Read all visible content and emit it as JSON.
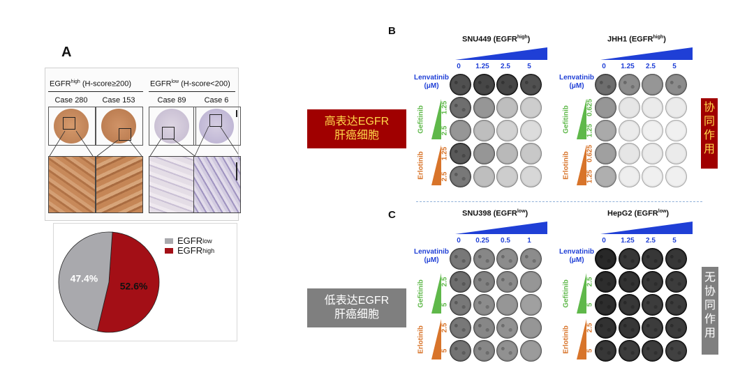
{
  "panelA": {
    "letter": "A",
    "high_group": {
      "base": "EGFR",
      "sup": "high",
      "rest": " (H-score≥200)"
    },
    "low_group": {
      "base": "EGFR",
      "sup": "low",
      "rest": " (H-score<200)"
    },
    "cases": [
      "Case 280",
      "Case 153",
      "Case 89",
      "Case 6"
    ],
    "colors": {
      "high_stain": "#c98a5c",
      "low_stain": "#c9c2d6"
    }
  },
  "pie": {
    "chart_data": {
      "type": "pie",
      "slices": [
        {
          "name": "EGFR high",
          "label": "52.6%",
          "value": 52.6,
          "color": "#a30f16"
        },
        {
          "name": "EGFR low",
          "label": "47.4%",
          "value": 47.4,
          "color": "#a9a9ad"
        }
      ]
    },
    "legend": [
      {
        "base": "EGFR",
        "sup": "low",
        "color": "#a9a9ad"
      },
      {
        "base": "EGFR",
        "sup": "high",
        "color": "#a30f16"
      }
    ]
  },
  "panelB": {
    "letter": "B",
    "label_high_cn_1": "高表达EGFR",
    "label_high_cn_2": "肝癌细胞",
    "synergy_cn": "协同作用",
    "cells": [
      {
        "name": "SNU449",
        "sup": "high",
        "conc": [
          "0",
          "1.25",
          "2.5",
          "5"
        ],
        "gef": [
          "1.25",
          "2.5"
        ],
        "erl": [
          "1.25",
          "2.5"
        ]
      },
      {
        "name": "JHH1",
        "sup": "high",
        "conc": [
          "0",
          "1.25",
          "2.5",
          "5"
        ],
        "gef": [
          "0.625",
          "1.25"
        ],
        "erl": [
          "0.625",
          "1.25"
        ]
      }
    ]
  },
  "panelC": {
    "letter": "C",
    "label_low_cn_1": "低表达EGFR",
    "label_low_cn_2": "肝癌细胞",
    "no_synergy_cn": "无协同作用",
    "cells": [
      {
        "name": "SNU398",
        "sup": "low",
        "conc": [
          "0",
          "0.25",
          "0.5",
          "1"
        ],
        "gef": [
          "2.5",
          "5"
        ],
        "erl": [
          "2.5",
          "5"
        ]
      },
      {
        "name": "HepG2",
        "sup": "low",
        "conc": [
          "0",
          "1.25",
          "2.5",
          "5"
        ],
        "gef": [
          "2.5",
          "5"
        ],
        "erl": [
          "2.5",
          "5"
        ]
      }
    ]
  },
  "labels": {
    "lenvatinib": "Lenvatinib",
    "unit": "(μM)",
    "gefitinib": "Gefitinib",
    "erlotinib": "Erlotinib",
    "title_open": " (EGFR",
    "title_close": ")"
  },
  "colors": {
    "blue": "#1f3fd6",
    "green": "#5fb84a",
    "orange": "#d8742a",
    "dark_red": "#a00000",
    "gray": "#7f7f7f",
    "yellow": "#ffd84a"
  }
}
